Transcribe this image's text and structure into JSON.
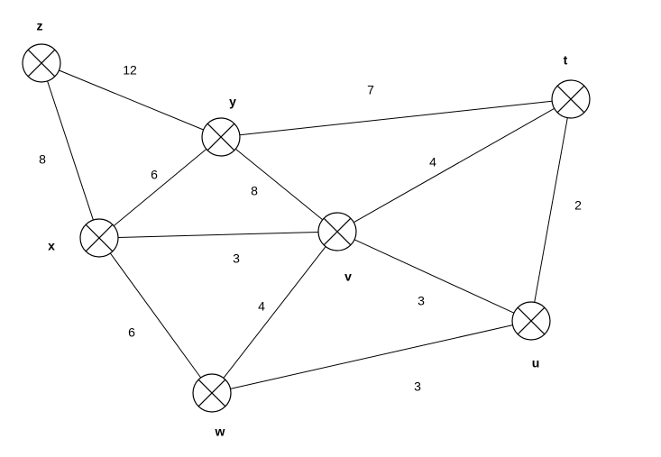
{
  "nodes": [
    {
      "id": "z",
      "label": "z"
    },
    {
      "id": "y",
      "label": "y"
    },
    {
      "id": "t",
      "label": "t"
    },
    {
      "id": "x",
      "label": "x"
    },
    {
      "id": "v",
      "label": "v"
    },
    {
      "id": "u",
      "label": "u"
    },
    {
      "id": "w",
      "label": "w"
    }
  ],
  "edges": [
    {
      "from": "z",
      "to": "y",
      "weight": "12"
    },
    {
      "from": "z",
      "to": "x",
      "weight": "8"
    },
    {
      "from": "y",
      "to": "t",
      "weight": "7"
    },
    {
      "from": "y",
      "to": "x",
      "weight": "6"
    },
    {
      "from": "y",
      "to": "v",
      "weight": "8"
    },
    {
      "from": "x",
      "to": "v",
      "weight": "3"
    },
    {
      "from": "x",
      "to": "w",
      "weight": "6"
    },
    {
      "from": "v",
      "to": "t",
      "weight": "4"
    },
    {
      "from": "v",
      "to": "u",
      "weight": "3"
    },
    {
      "from": "v",
      "to": "w",
      "weight": "4"
    },
    {
      "from": "t",
      "to": "u",
      "weight": "2"
    },
    {
      "from": "w",
      "to": "u",
      "weight": "3"
    }
  ]
}
